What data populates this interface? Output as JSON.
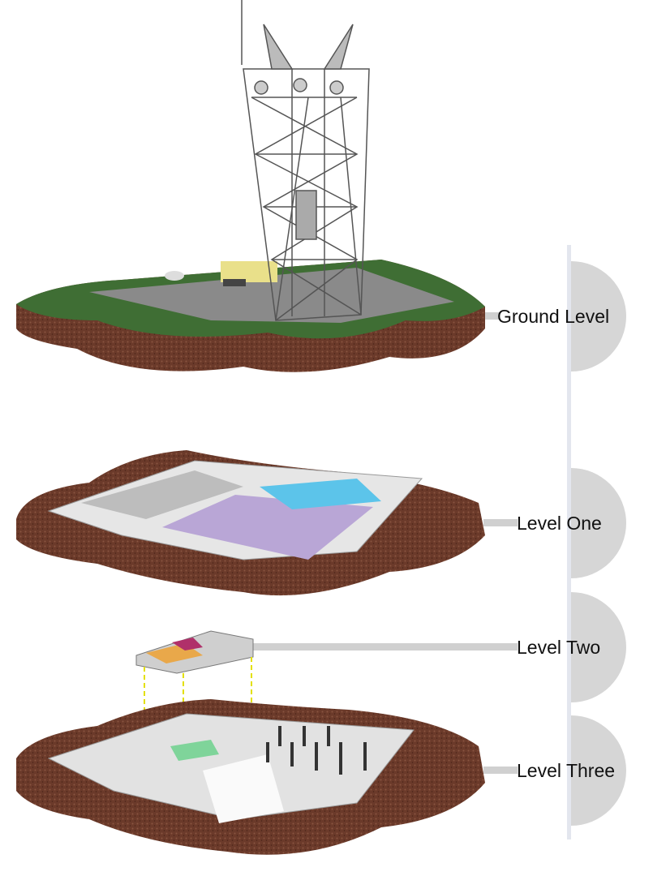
{
  "levels": [
    {
      "id": "ground",
      "label": "Ground Level"
    },
    {
      "id": "one",
      "label": "Level One"
    },
    {
      "id": "two",
      "label": "Level Two"
    },
    {
      "id": "three",
      "label": "Level Three"
    }
  ],
  "colors": {
    "timeline": "#e3e6ee",
    "marker": "#d6d6d6",
    "soil": "#6b3a2a",
    "grass": "#3f6e34",
    "pavement": "#8a8a8a",
    "room_purple": "#b9a6d6",
    "room_blue": "#5cc4ea",
    "room_green": "#7fd49a",
    "room_orange": "#e9a84a",
    "room_magenta": "#b0306a"
  }
}
